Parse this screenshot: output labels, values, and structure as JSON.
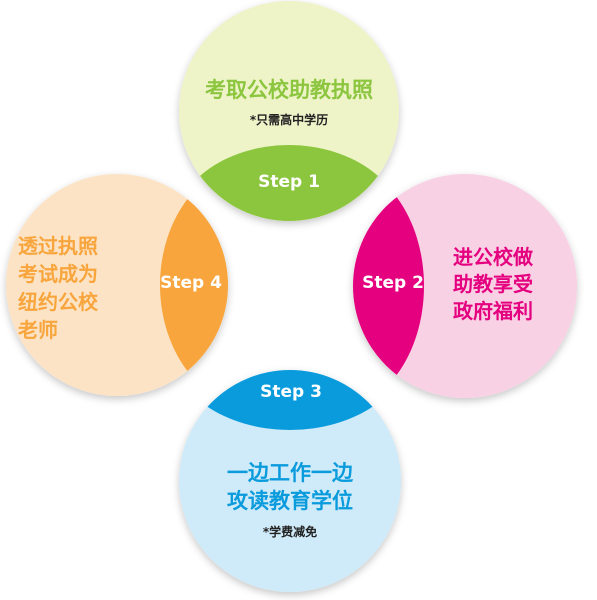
{
  "steps": [
    {
      "id": "step1",
      "label": "Step 1",
      "title_lines": [
        "考取公校助教执照"
      ],
      "note": "*只需高中学历",
      "colors": {
        "circle": "#EEF3C8",
        "accent": "#8CC63F",
        "text": "#8CC63F"
      }
    },
    {
      "id": "step2",
      "label": "Step 2",
      "title_lines": [
        "进公校做",
        "助教享受",
        "政府福利"
      ],
      "note": "",
      "colors": {
        "circle": "#F9D1E4",
        "accent": "#E4007F",
        "text": "#E4007F"
      }
    },
    {
      "id": "step3",
      "label": "Step 3",
      "title_lines": [
        "一边工作一边",
        "攻读教育学位"
      ],
      "note": "*学费减免",
      "colors": {
        "circle": "#CFEAF8",
        "accent": "#0A9BDD",
        "text": "#0A9BDD"
      }
    },
    {
      "id": "step4",
      "label": "Step 4",
      "title_lines": [
        "透过执照",
        "考试成为",
        "纽约公校",
        "老师"
      ],
      "note": "",
      "colors": {
        "circle": "#FDE3C5",
        "accent": "#F7A53C",
        "text": "#F7A53C"
      }
    }
  ]
}
